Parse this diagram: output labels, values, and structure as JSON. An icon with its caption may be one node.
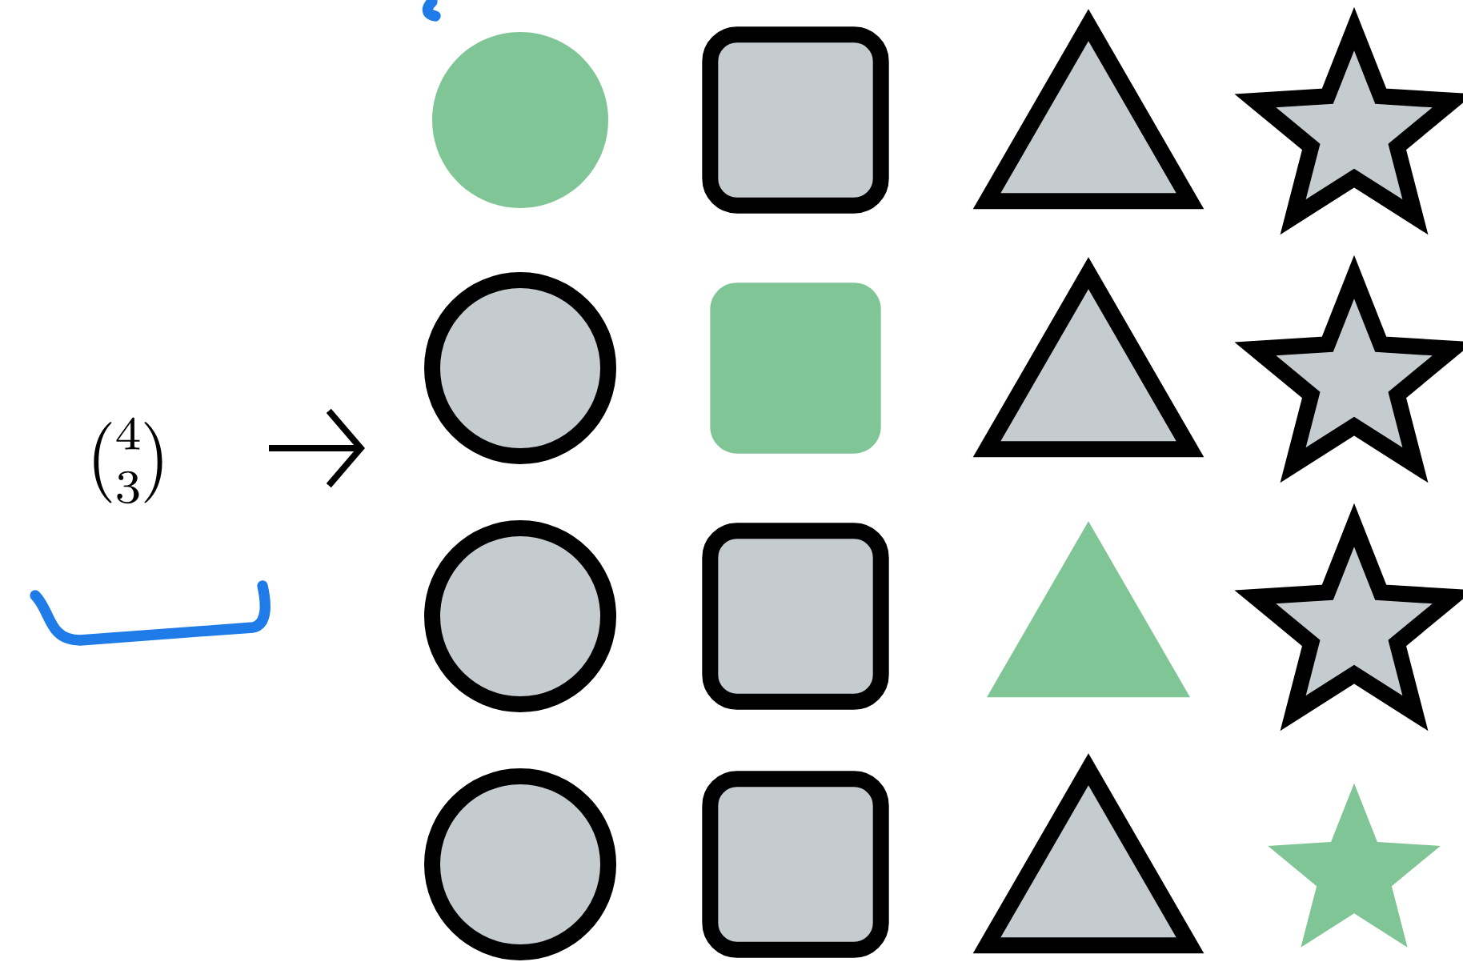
{
  "diagram": {
    "nodes": [
      {
        "text": [],
        "shape": "circle"
      },
      {
        "text": [],
        "shape": "box"
      },
      {
        "text": [],
        "shape": "triangle"
      },
      {
        "text": [],
        "shape": "star"
      },
      {
        "text": [],
        "shape": "circle"
      },
      {
        "text": [],
        "shape": "box"
      },
      {
        "text": [],
        "shape": "triangle"
      },
      {
        "text": [],
        "shape": "star"
      },
      {
        "text": [],
        "shape": "circle"
      },
      {
        "text": [],
        "shape": "box"
      },
      {
        "text": [],
        "shape": "triangle"
      },
      {
        "text": [],
        "shape": "star"
      },
      {
        "text": [],
        "shape": "circle"
      },
      {
        "text": [],
        "shape": "box"
      },
      {
        "text": [],
        "shape": "triangle"
      },
      {
        "text": [],
        "shape": "star"
      }
    ],
    "labels": [
      "\\binom{4}{3}"
    ]
  }
}
